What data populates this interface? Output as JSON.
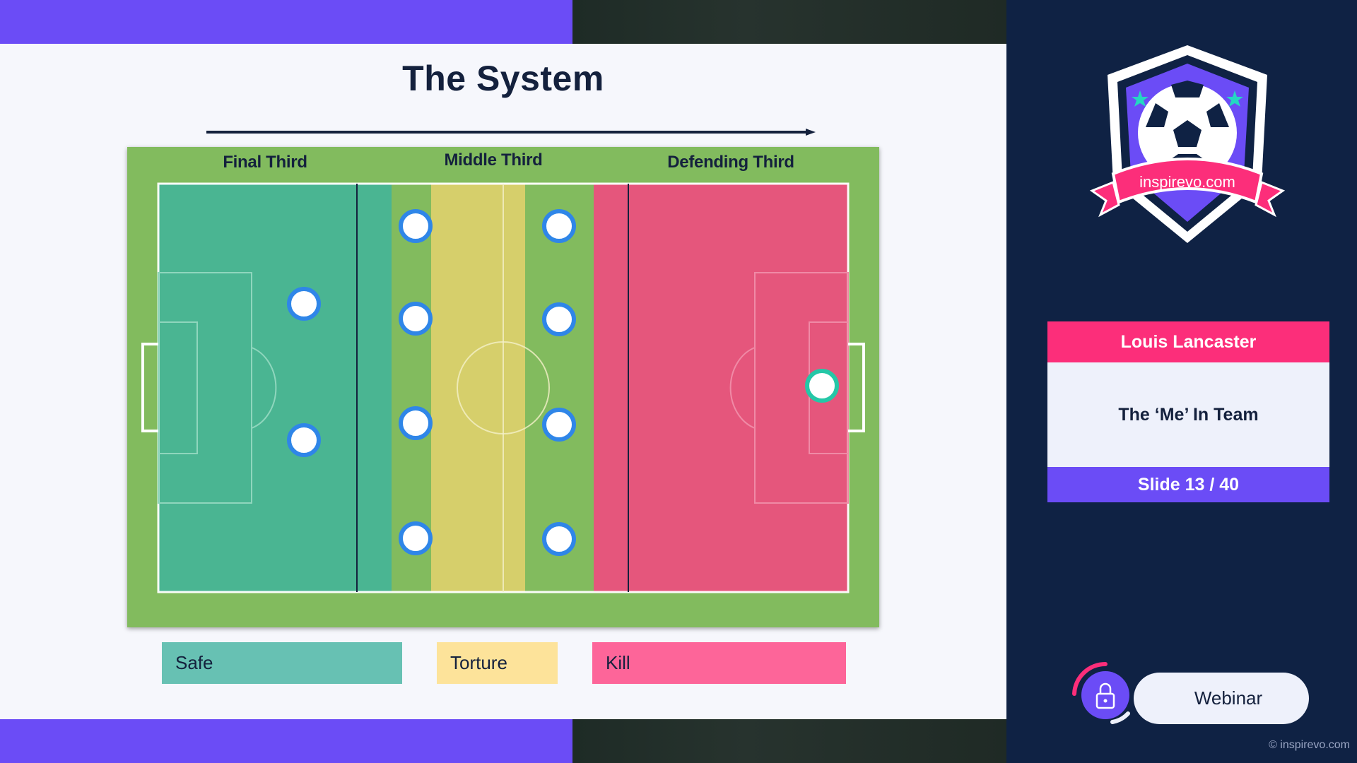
{
  "slide": {
    "title": "The System",
    "thirds": [
      "Final Third",
      "Middle Third",
      "Defending Third"
    ],
    "legend": [
      "Safe",
      "Torture",
      "Kill"
    ]
  },
  "sidebar": {
    "badge_text": "inspirevo.com",
    "presenter": "Louis Lancaster",
    "topic": "The ‘Me’ In Team",
    "slide_counter": "Slide 13 / 40",
    "webinar_label": "Webinar",
    "copyright": "© inspirevo.com"
  },
  "colors": {
    "purple": "#6b4cf6",
    "pink": "#fc2e7a",
    "navy": "#0f2244",
    "safe": "#67c1b3",
    "torture": "#fde39a",
    "kill": "#fd6599"
  },
  "icons": [
    "soccer-ball-icon",
    "star-icon",
    "lock-icon"
  ]
}
